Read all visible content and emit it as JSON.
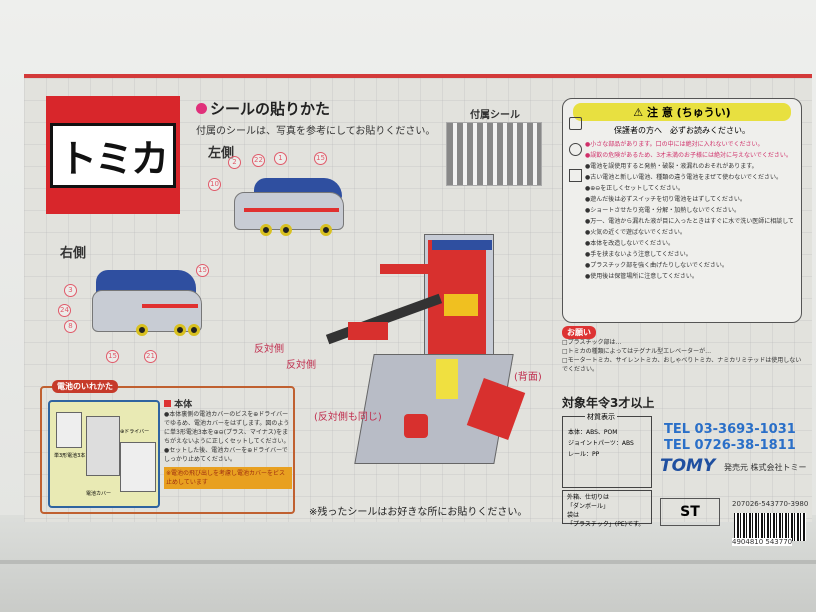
{
  "logo": {
    "text": "トミカ",
    "color": "#d8262b"
  },
  "sticker_guide": {
    "title": "シールの貼りかた",
    "instruction": "付属のシールは、写真を参考にしてお貼りください。",
    "attached_label": "付属シール",
    "left_side": "左側",
    "right_side": "右側",
    "leftover_note": "※残ったシールはお好きな所にお貼りください。"
  },
  "playset_labels": {
    "opp1": "反対側",
    "opp2": "反対側",
    "opp3": "(反対側も同じ)",
    "back": "(背面)"
  },
  "caution": {
    "title": "⚠ 注 意 (ちゅうい)",
    "subtitle": "保護者の方へ　必ずお読みください。"
  },
  "notice": {
    "tag": "お願い",
    "lines": [
      "□プラスチック部は…",
      "□トミカの種類によってはテグナル型エレベーターが…",
      "□モータートミカ、サイレントミカ、おしゃべりトミカ、ナミカリミテッドは使用しないでください。"
    ]
  },
  "age": "対象年令3才以上",
  "materials": {
    "title": "材質表示",
    "lines": [
      "本体：ABS、POM",
      "ジョイントパーツ：ABS",
      "レール：PP"
    ]
  },
  "package": {
    "lines": [
      "外箱、仕切りは",
      "「ダンボール」",
      "袋は",
      "「プラスチック」(PE)です。"
    ]
  },
  "battery": {
    "tag": "電池のいれかた",
    "heading": "本体",
    "text1": "●本体裏側の電池カバーのビスを⊕ドライバーでゆるめ、電池カバーをはずします。図のように単3形電池3本を⊕⊖(プラス、マイナス)をまちがえないように正しくセットしてください。",
    "text2": "●セットした後、電池カバーを⊕ドライバーでしっかり止めてください。",
    "warning": "※電池の飛び出しを考慮し電池カバーをビス止めしています",
    "label_batt": "単3形電池3本",
    "label_driver": "⊕ドライバー",
    "label_cover": "電池カバー"
  },
  "contact": {
    "tel1": "TEL 03-3693-1031",
    "tel2": "TEL 0726-38-1811",
    "brand": "TOMY",
    "seller": "発売元 株式会社トミー"
  },
  "codes": {
    "product": "207026-543770-3980",
    "jan": "4904810 543770",
    "st": "ST"
  },
  "colors": {
    "box_red": "#d8262b",
    "tel_blue": "#2a6fc8",
    "caution_yellow": "#e8e040"
  }
}
